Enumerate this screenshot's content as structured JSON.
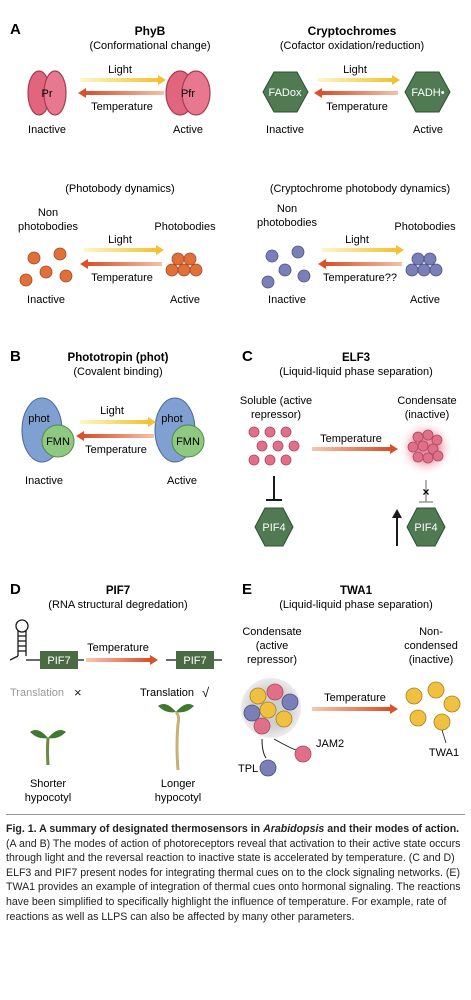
{
  "panelA": {
    "letter": "A",
    "phyb": {
      "title": "PhyB",
      "subtitle": "(Conformational change)",
      "inactive_state": "Pr",
      "active_state": "Pfr",
      "forward": "Light",
      "reverse": "Temperature",
      "left_label": "Inactive",
      "right_label": "Active"
    },
    "crypto": {
      "title": "Cryptochromes",
      "subtitle": "(Cofactor oxidation/reduction)",
      "inactive_state": "FADox",
      "active_state": "FADH•",
      "forward": "Light",
      "reverse": "Temperature",
      "left_label": "Inactive",
      "right_label": "Active"
    },
    "photobody": {
      "title": "(Photobody dynamics)",
      "left_top": [
        "Non",
        "photobodies"
      ],
      "right_top": "Photobodies",
      "forward": "Light",
      "reverse": "Temperature",
      "left_label": "Inactive",
      "right_label": "Active"
    },
    "crypto_photobody": {
      "title": "(Cryptochrome photobody dynamics)",
      "left_top": [
        "Non",
        "photobodies"
      ],
      "right_top": "Photobodies",
      "forward": "Light",
      "reverse": "Temperature??",
      "left_label": "Inactive",
      "right_label": "Active"
    }
  },
  "panelB": {
    "letter": "B",
    "title": "Phototropin (phot)",
    "subtitle": "(Covalent binding)",
    "protein": "phot",
    "cofactor": "FMN",
    "forward": "Light",
    "reverse": "Temperature",
    "left_label": "Inactive",
    "right_label": "Active"
  },
  "panelC": {
    "letter": "C",
    "title": "ELF3",
    "subtitle": "(Liquid-liquid phase separation)",
    "left_top": [
      "Soluble (active",
      "repressor)"
    ],
    "right_top": [
      "Condensate",
      "(inactive)"
    ],
    "arrow": "Temperature",
    "target": "PIF4",
    "inhibit_mark": "×"
  },
  "panelD": {
    "letter": "D",
    "title": "PIF7",
    "subtitle": "(RNA structural degredation)",
    "gene": "PIF7",
    "arrow": "Temperature",
    "left_translation": "Translation",
    "left_mark": "×",
    "right_translation": "Translation",
    "right_mark": "√",
    "left_phenotype": [
      "Shorter",
      "hypocotyl"
    ],
    "right_phenotype": [
      "Longer",
      "hypocotyl"
    ]
  },
  "panelE": {
    "letter": "E",
    "title": "TWA1",
    "subtitle": "(Liquid-liquid phase separation)",
    "left_top": [
      "Condensate",
      "(active",
      "repressor)"
    ],
    "right_top": [
      "Non-",
      "condensed",
      "(inactive)"
    ],
    "arrow": "Temperature",
    "partner1": "JAM2",
    "partner2": "TPL",
    "protein": "TWA1"
  },
  "caption": {
    "fig_label": "Fig. 1. A summary of designated thermosensors in",
    "species": "Arabidopsis",
    "fig_label_end": "and their modes of action.",
    "body": "(A and B) The modes of action of photoreceptors reveal that activation to their active state occurs through light and the reversal reaction to inactive state is accelerated by temperature. (C and D) ELF3 and PIF7 present nodes for integrating thermal cues on to the clock signaling networks. (E) TWA1 provides an example of integration of thermal cues onto hormonal signaling. The reactions have been simplified to specifically highlight the influence of temperature. For example, rate of reactions as well as LLPS can also be affected by many other parameters."
  },
  "colors": {
    "light": "#f2c230",
    "temperature": "#d9502a",
    "phyb": "#e0607a",
    "crypto": "#4f7a52",
    "orange_ball": "#e0703a",
    "blue_ball": "#7a7fb8",
    "pink_ball": "#e0708a",
    "yellow_ball": "#f0c040",
    "gene_box": "#4a6a44",
    "fmn": "#8fc880",
    "phot": "#7fa0d0"
  }
}
